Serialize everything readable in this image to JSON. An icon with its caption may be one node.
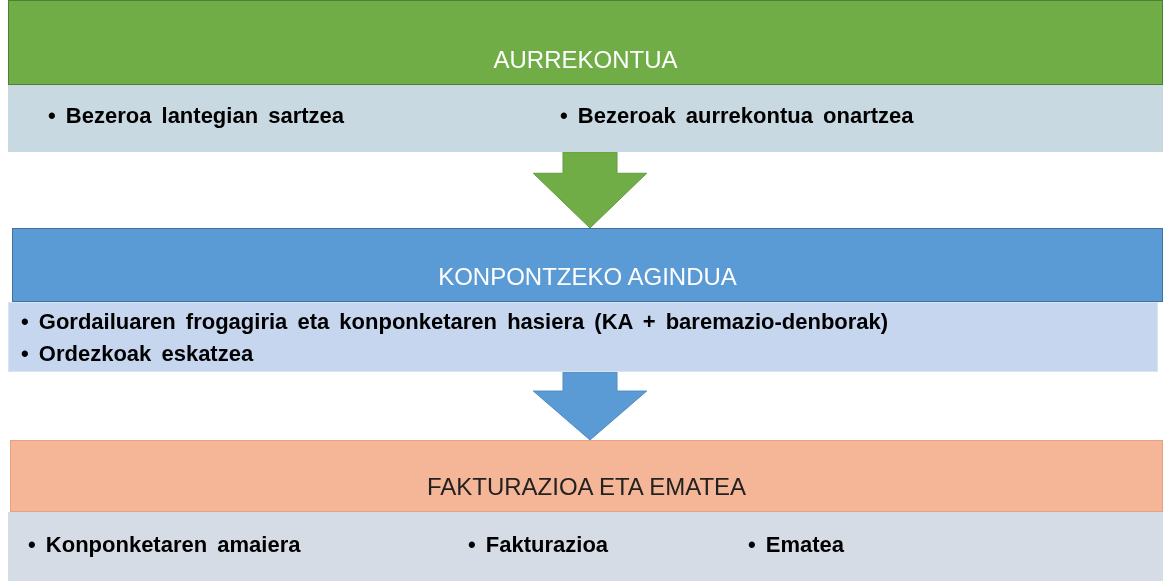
{
  "diagram": {
    "nodes": [
      {
        "text": [
          "AURREKONTUA"
        ]
      },
      {
        "text": [
          "• Bezeroa lantegian sartzea",
          "• Bezeroak aurrekontua onartzea"
        ]
      },
      {
        "text": [
          "KONPONTZEKO AGINDUA"
        ]
      },
      {
        "text": [
          "• Gordailuaren frogagiria eta konponketaren hasiera (KA + baremazio-denborak)",
          "• Ordezkoak eskatzea"
        ]
      },
      {
        "text": [
          "FAKTURAZIOA ETA EMATEA"
        ]
      },
      {
        "text": [
          "• Konponketaren amaiera",
          "• Fakturazioa",
          "• Ematea"
        ]
      }
    ],
    "edges": [
      {
        "from": 1,
        "to": 2,
        "arrow": "to",
        "style": "thick",
        "color": "#70ad47"
      },
      {
        "from": 3,
        "to": 4,
        "arrow": "to",
        "style": "thick",
        "color": "#5b9bd5"
      }
    ]
  }
}
